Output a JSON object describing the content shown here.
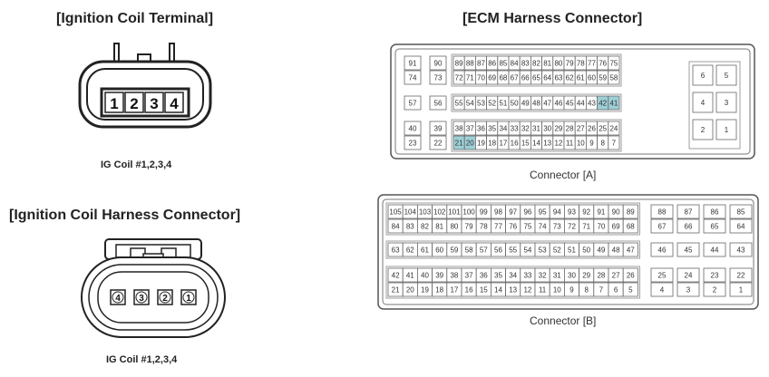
{
  "headings": {
    "ignition_coil_terminal": "[Ignition Coil Terminal]",
    "ecm_harness_connector": "[ECM Harness  Connector]",
    "ignition_coil_harness_connector": "[Ignition Coil  Harness  Connector]"
  },
  "captions": {
    "terminal_caption": "IG Coil #1,2,3,4",
    "harness_caption": "IG Coil #1,2,3,4"
  },
  "connector_labels": {
    "a": "Connector [A]",
    "b": "Connector [B]"
  },
  "coil_terminal_pins": [
    "1",
    "2",
    "3",
    "4"
  ],
  "coil_harness_pins": [
    "4",
    "3",
    "2",
    "1"
  ],
  "colors": {
    "highlight": "#9dcfd6",
    "outline": "#555555"
  },
  "connector_a": {
    "highlighted": [
      "42",
      "41",
      "21",
      "20"
    ],
    "left_rows": [
      [
        "91",
        "90",
        "89",
        "88",
        "87",
        "86",
        "85",
        "84",
        "83",
        "82",
        "81",
        "80",
        "79",
        "78",
        "77",
        "76",
        "75"
      ],
      [
        "74",
        "73",
        "72",
        "71",
        "70",
        "69",
        "68",
        "67",
        "66",
        "65",
        "64",
        "63",
        "62",
        "61",
        "60",
        "59",
        "58"
      ],
      [
        "57",
        "56",
        "55",
        "54",
        "53",
        "52",
        "51",
        "50",
        "49",
        "48",
        "47",
        "46",
        "45",
        "44",
        "43",
        "42",
        "41"
      ],
      [
        "40",
        "39",
        "38",
        "37",
        "36",
        "35",
        "34",
        "33",
        "32",
        "31",
        "30",
        "29",
        "28",
        "27",
        "26",
        "25",
        "24"
      ],
      [
        "23",
        "22",
        "21",
        "20",
        "19",
        "18",
        "17",
        "16",
        "15",
        "14",
        "13",
        "12",
        "11",
        "10",
        "9",
        "8",
        "7"
      ]
    ],
    "right_rows": [
      [
        "6",
        "5"
      ],
      [
        "4",
        "3"
      ],
      [
        "2",
        "1"
      ]
    ]
  },
  "connector_b": {
    "left_rows": [
      [
        "105",
        "104",
        "103",
        "102",
        "101",
        "100",
        "99",
        "98",
        "97",
        "96",
        "95",
        "94",
        "93",
        "92",
        "91",
        "90",
        "89"
      ],
      [
        "84",
        "83",
        "82",
        "81",
        "80",
        "79",
        "78",
        "77",
        "76",
        "75",
        "74",
        "73",
        "72",
        "71",
        "70",
        "69",
        "68"
      ],
      [
        "63",
        "62",
        "61",
        "60",
        "59",
        "58",
        "57",
        "56",
        "55",
        "54",
        "53",
        "52",
        "51",
        "50",
        "49",
        "48",
        "47"
      ],
      [
        "42",
        "41",
        "40",
        "39",
        "38",
        "37",
        "36",
        "35",
        "34",
        "33",
        "32",
        "31",
        "30",
        "29",
        "28",
        "27",
        "26"
      ],
      [
        "21",
        "20",
        "19",
        "18",
        "17",
        "16",
        "15",
        "14",
        "13",
        "12",
        "11",
        "10",
        "9",
        "8",
        "7",
        "6",
        "5"
      ]
    ],
    "right_rows": [
      [
        "88",
        "87",
        "86",
        "85"
      ],
      [
        "67",
        "66",
        "65",
        "64"
      ],
      [
        "46",
        "45",
        "44",
        "43"
      ],
      [
        "25",
        "24",
        "23",
        "22"
      ],
      [
        "4",
        "3",
        "2",
        "1"
      ]
    ]
  }
}
